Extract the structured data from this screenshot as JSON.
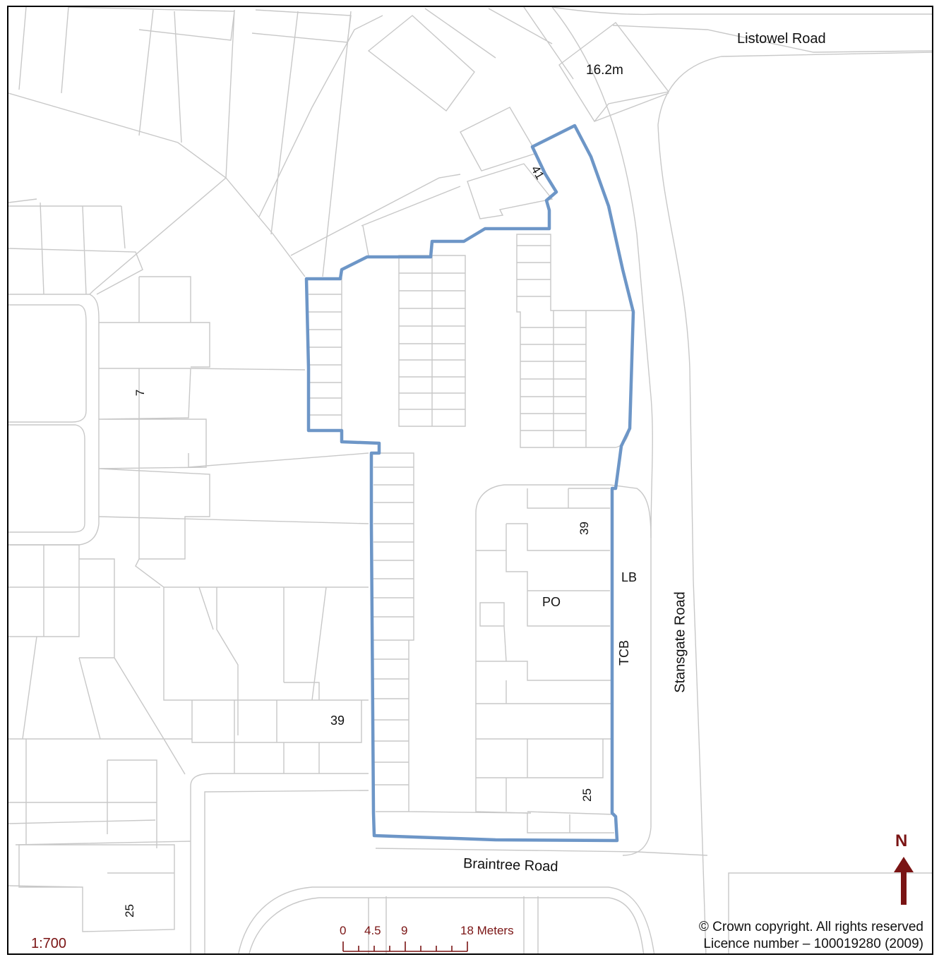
{
  "map": {
    "roads": {
      "listowel": "Listowel Road",
      "stansgate": "Stansgate Road",
      "braintree": "Braintree Road"
    },
    "labels": {
      "spot_height": "16.2m",
      "house_41": "41",
      "house_7": "7",
      "house_39_east": "39",
      "house_39_west": "39",
      "house_25_east": "25",
      "house_25_west": "25",
      "lb": "LB",
      "po": "PO",
      "tcb": "TCB"
    },
    "scale_ratio": "1:700",
    "scale_bar": {
      "ticks": [
        "0",
        "4.5",
        "9",
        "18 Meters"
      ]
    },
    "north": "N",
    "copyright": {
      "line1": "© Crown copyright. All rights reserved",
      "line2": "Licence number – 100019280 (2009)"
    },
    "colors": {
      "boundary": "#6d96c7",
      "basemap_lines": "#c8c8c8",
      "north_arrow": "#7a1414",
      "scale": "#7a1414"
    }
  }
}
